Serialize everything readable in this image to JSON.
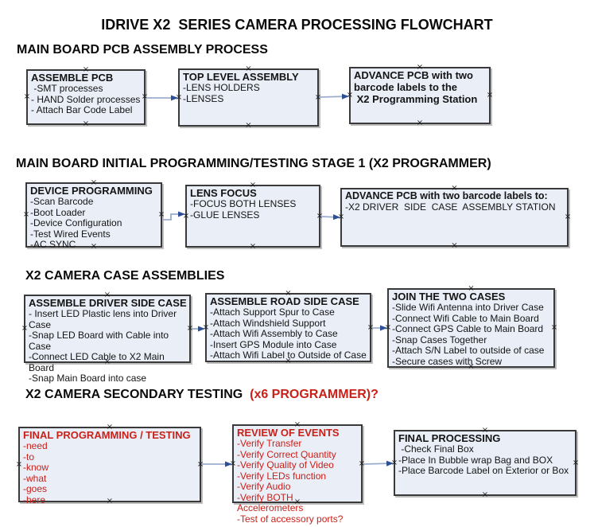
{
  "title": "IDRIVE X2  SERIES CAMERA PROCESSING FLOWCHART",
  "glyphs": {
    "handle": "×"
  },
  "colors": {
    "box_fill": "#e9eef7",
    "box_border": "#3a3a3a",
    "arrow_line": "#9badcd",
    "arrow_head": "#2d4f96",
    "red_text": "#c9211a",
    "black_text": "#0e0e0e"
  },
  "sections": [
    {
      "heading": "MAIN BOARD PCB ASSEMBLY PROCESS"
    },
    {
      "heading": "MAIN BOARD INITIAL PROGRAMMING/TESTING STAGE 1 (X2 PROGRAMMER)"
    },
    {
      "heading": "X2 CAMERA CASE ASSEMBLIES"
    },
    {
      "heading": "X2 CAMERA SECONDARY TESTING  ",
      "heading_suffix": "(x6 PROGRAMMER)?"
    }
  ],
  "boxes": {
    "assemble_pcb": {
      "title": "ASSEMBLE PCB",
      "items": [
        " -SMT processes",
        "- HAND Solder processes",
        "- Attach Bar Code Label"
      ]
    },
    "top_level_assembly": {
      "title": "TOP LEVEL ASSEMBLY",
      "items": [
        "-LENS HOLDERS",
        "-LENSES"
      ]
    },
    "advance_pcb_programming": {
      "title": "ADVANCE PCB with two\nbarcode labels to the\n X2 Programming Station",
      "items": []
    },
    "device_programming": {
      "title": "DEVICE PROGRAMMING",
      "items": [
        "-Scan Barcode",
        "-Boot Loader",
        "-Device Configuration",
        "-Test Wired Events",
        "-AC SYNC"
      ]
    },
    "lens_focus": {
      "title": "LENS FOCUS",
      "items": [
        "-FOCUS BOTH LENSES",
        "-GLUE LENSES"
      ]
    },
    "advance_pcb_driver": {
      "title": "ADVANCE PCB with two barcode labels to:",
      "items": [
        "-X2 DRIVER  SIDE  CASE  ASSEMBLY STATION"
      ]
    },
    "assemble_driver_side": {
      "title": "ASSEMBLE DRIVER SIDE CASE",
      "items": [
        "- Insert LED Plastic lens into Driver Case",
        "-Snap LED Board with Cable into Case",
        "-Connect LED Cable to X2 Main Board",
        "-Snap Main Board into case"
      ]
    },
    "assemble_road_side": {
      "title": "ASSEMBLE ROAD SIDE CASE",
      "items": [
        "-Attach Support Spur to Case",
        "-Attach Windshield Support",
        "-Attach Wifi Assembly to Case",
        "-Insert GPS Module into Case",
        "-Attach Wifi Label to Outside of Case"
      ]
    },
    "join_two_cases": {
      "title": "JOIN THE TWO CASES",
      "items": [
        "-Slide Wifi Antenna into Driver Case",
        "-Connect Wifi Cable to Main Board",
        "-Connect GPS Cable to Main Board",
        "-Snap Cases Together",
        "-Attach S/N Label to outside of case",
        "-Secure cases with Screw"
      ]
    },
    "final_programming": {
      "title": "FINAL PROGRAMMING / TESTING",
      "items": [
        "-need",
        "-to",
        "-know",
        "-what",
        "-goes",
        "-here"
      ]
    },
    "review_of_events": {
      "title": "REVIEW OF EVENTS",
      "items": [
        "-Verify Transfer",
        "-Verify Correct Quantity",
        "-Verify Quality of Video",
        "-Verify LEDs function",
        "-Verify Audio",
        "-Verify BOTH Accelerometers",
        "-Test of accessory ports?"
      ]
    },
    "final_processing": {
      "title": "FINAL PROCESSING",
      "items": [
        " -Check Final Box",
        "-Place In Bubble wrap Bag and BOX",
        "-Place Barcode Label on Exterior or Box"
      ]
    }
  }
}
